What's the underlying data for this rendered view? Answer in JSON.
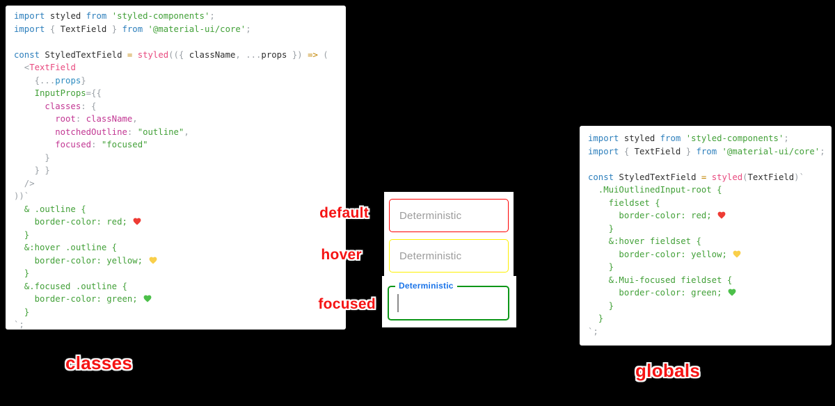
{
  "background": "#000000",
  "annotations": {
    "default": "default",
    "hover": "hover",
    "focused": "focused",
    "classes": "classes",
    "globals": "globals"
  },
  "textfields": {
    "default": {
      "placeholder": "Deterministic",
      "border": "#fe0000",
      "placeholder_color": "#9b9b9b"
    },
    "hover": {
      "placeholder": "Deterministic",
      "border": "#fdf000",
      "placeholder_color": "#9b9b9b"
    },
    "focused": {
      "label": "Deterministic",
      "border": "#0c9617",
      "label_color": "#1b74e8",
      "caret_color": "#8a8a8a"
    }
  },
  "colors": {
    "annotation_red": "#f51313",
    "syntax": {
      "kw": "#2d7fbc",
      "pl": "#2f2f2f",
      "str": "#42a038",
      "fn": "#e84a7f",
      "key": "#c23793",
      "val": "#2d8cc0",
      "or": "#c18401",
      "pu": "#9aa0a6",
      "css": "#42a038"
    },
    "hearts": {
      "red": "#ee3b34",
      "yellow": "#f9cf4a",
      "green": "#4cc04a"
    }
  },
  "code_blocks": {
    "left": {
      "title": "classes approach",
      "lines": [
        [
          [
            "kw",
            "import "
          ],
          [
            "pl",
            "styled "
          ],
          [
            "kw",
            "from "
          ],
          [
            "str",
            "'styled-components'"
          ],
          [
            "pu",
            ";"
          ]
        ],
        [
          [
            "kw",
            "import "
          ],
          [
            "pu",
            "{ "
          ],
          [
            "pl",
            "TextField "
          ],
          [
            "pu",
            "} "
          ],
          [
            "kw",
            "from "
          ],
          [
            "str",
            "'@material-ui/core'"
          ],
          [
            "pu",
            ";"
          ]
        ],
        [],
        [
          [
            "kw",
            "const "
          ],
          [
            "pl",
            "StyledTextField "
          ],
          [
            "or",
            "= "
          ],
          [
            "fn",
            "styled"
          ],
          [
            "pu",
            "(({ "
          ],
          [
            "pl",
            "className"
          ],
          [
            "pu",
            ", ..."
          ],
          [
            "pl",
            "props"
          ],
          [
            "pu",
            " }) "
          ],
          [
            "or",
            "=>"
          ],
          [
            "pu",
            " ("
          ]
        ],
        [
          [
            "pu",
            "  <"
          ],
          [
            "fn",
            "TextField"
          ]
        ],
        [
          [
            "pu",
            "    {..."
          ],
          [
            "val",
            "props"
          ],
          [
            "pu",
            "}"
          ]
        ],
        [
          [
            "css",
            "    InputProps"
          ],
          [
            "pu",
            "={{"
          ]
        ],
        [
          [
            "key",
            "      classes"
          ],
          [
            "pu",
            ": {"
          ]
        ],
        [
          [
            "key",
            "        root"
          ],
          [
            "pu",
            ": "
          ],
          [
            "key",
            "className"
          ],
          [
            "pu",
            ","
          ]
        ],
        [
          [
            "key",
            "        notchedOutline"
          ],
          [
            "pu",
            ": "
          ],
          [
            "str",
            "\"outline\""
          ],
          [
            "pu",
            ","
          ]
        ],
        [
          [
            "key",
            "        focused"
          ],
          [
            "pu",
            ": "
          ],
          [
            "str",
            "\"focused\""
          ]
        ],
        [
          [
            "pu",
            "      }"
          ]
        ],
        [
          [
            "pu",
            "    } }"
          ]
        ],
        [
          [
            "pu",
            "  />"
          ]
        ],
        [
          [
            "pu",
            "))`"
          ]
        ],
        [
          [
            "css",
            "  & .outline {"
          ]
        ],
        [
          [
            "css",
            "    border-color: red; "
          ],
          [
            "h",
            "red"
          ]
        ],
        [
          [
            "css",
            "  }"
          ]
        ],
        [
          [
            "css",
            "  &:hover .outline {"
          ]
        ],
        [
          [
            "css",
            "    border-color: yellow; "
          ],
          [
            "h",
            "yellow"
          ]
        ],
        [
          [
            "css",
            "  }"
          ]
        ],
        [
          [
            "css",
            "  &.focused .outline {"
          ]
        ],
        [
          [
            "css",
            "    border-color: green; "
          ],
          [
            "h",
            "green"
          ]
        ],
        [
          [
            "css",
            "  }"
          ]
        ],
        [
          [
            "pu",
            "`;"
          ]
        ]
      ]
    },
    "right": {
      "title": "globals approach",
      "lines": [
        [
          [
            "kw",
            "import "
          ],
          [
            "pl",
            "styled "
          ],
          [
            "kw",
            "from "
          ],
          [
            "str",
            "'styled-components'"
          ],
          [
            "pu",
            ";"
          ]
        ],
        [
          [
            "kw",
            "import "
          ],
          [
            "pu",
            "{ "
          ],
          [
            "pl",
            "TextField "
          ],
          [
            "pu",
            "} "
          ],
          [
            "kw",
            "from "
          ],
          [
            "str",
            "'@material-ui/core'"
          ],
          [
            "pu",
            ";"
          ]
        ],
        [],
        [
          [
            "kw",
            "const "
          ],
          [
            "pl",
            "StyledTextField "
          ],
          [
            "or",
            "= "
          ],
          [
            "fn",
            "styled"
          ],
          [
            "pu",
            "("
          ],
          [
            "pl",
            "TextField"
          ],
          [
            "pu",
            ")`"
          ]
        ],
        [
          [
            "css",
            "  .MuiOutlinedInput-root {"
          ]
        ],
        [
          [
            "css",
            "    fieldset {"
          ]
        ],
        [
          [
            "css",
            "      border-color: red; "
          ],
          [
            "h",
            "red"
          ]
        ],
        [
          [
            "css",
            "    }"
          ]
        ],
        [
          [
            "css",
            "    &:hover fieldset {"
          ]
        ],
        [
          [
            "css",
            "      border-color: yellow; "
          ],
          [
            "h",
            "yellow"
          ]
        ],
        [
          [
            "css",
            "    }"
          ]
        ],
        [
          [
            "css",
            "    &.Mui-focused fieldset {"
          ]
        ],
        [
          [
            "css",
            "      border-color: green; "
          ],
          [
            "h",
            "green"
          ]
        ],
        [
          [
            "css",
            "    }"
          ]
        ],
        [
          [
            "css",
            "  }"
          ]
        ],
        [
          [
            "pu",
            "`;"
          ]
        ]
      ]
    }
  }
}
